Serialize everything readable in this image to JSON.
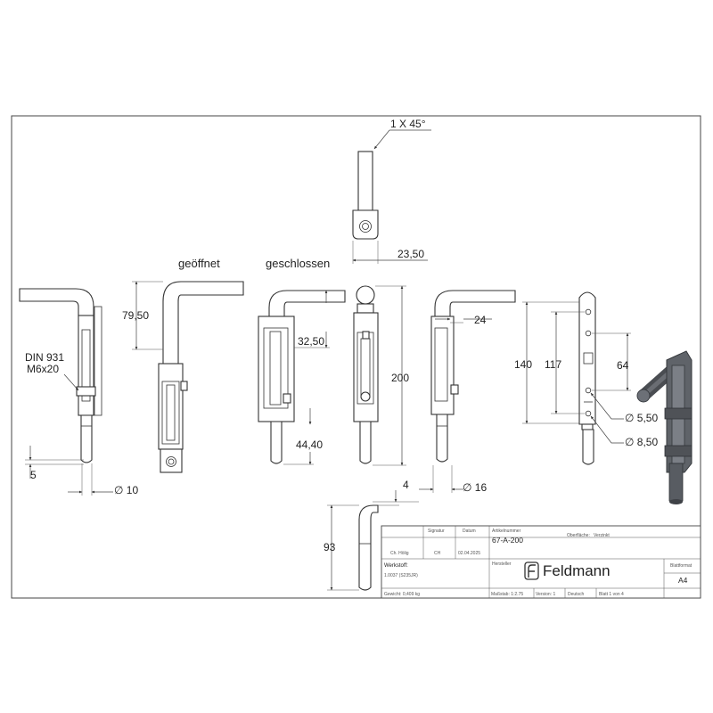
{
  "drawing": {
    "view_labels": {
      "open": "geöffnet",
      "closed": "geschlossen"
    },
    "callouts": {
      "chamfer": "1 X 45°",
      "screw_line1": "DIN 931",
      "screw_line2": "M6x20"
    },
    "dimensions": {
      "top_width": "23,50",
      "d79": "79,50",
      "d32": "32,50",
      "d200": "200",
      "d24": "24",
      "d44": "44,40",
      "d140": "140",
      "d117": "117",
      "d64": "64",
      "d5": "5",
      "dia10": "∅ 10",
      "dia16": "∅ 16",
      "dia5": "∅ 5,50",
      "dia8": "∅ 8,50",
      "d4": "4",
      "d93": "93"
    }
  },
  "title_block": {
    "headers": {
      "signatur": "Signatur",
      "datum": "Datum",
      "artikelnummer": "Artikelnummer",
      "oberflaeche": "Oberfläche:"
    },
    "oberflaeche_value": "Verzinkt",
    "author": "Ch. Hölig",
    "signature": "CH",
    "date": "02.04.2025",
    "article_number": "67-A-200",
    "hersteller_label": "Hersteller",
    "werkstoff_label": "Werkstoff:",
    "werkstoff_value": "1.0037 (S235JR)",
    "gewicht": "Gewicht: 0,409 kg",
    "massstab": "Maßstab: 1:2.75",
    "version": "Version: 1",
    "sprache": "Deutsch",
    "blatt": "Blatt 1 von 4",
    "blattformat_label": "Blattformat",
    "blattformat_value": "A4",
    "brand": "Feldmann"
  }
}
